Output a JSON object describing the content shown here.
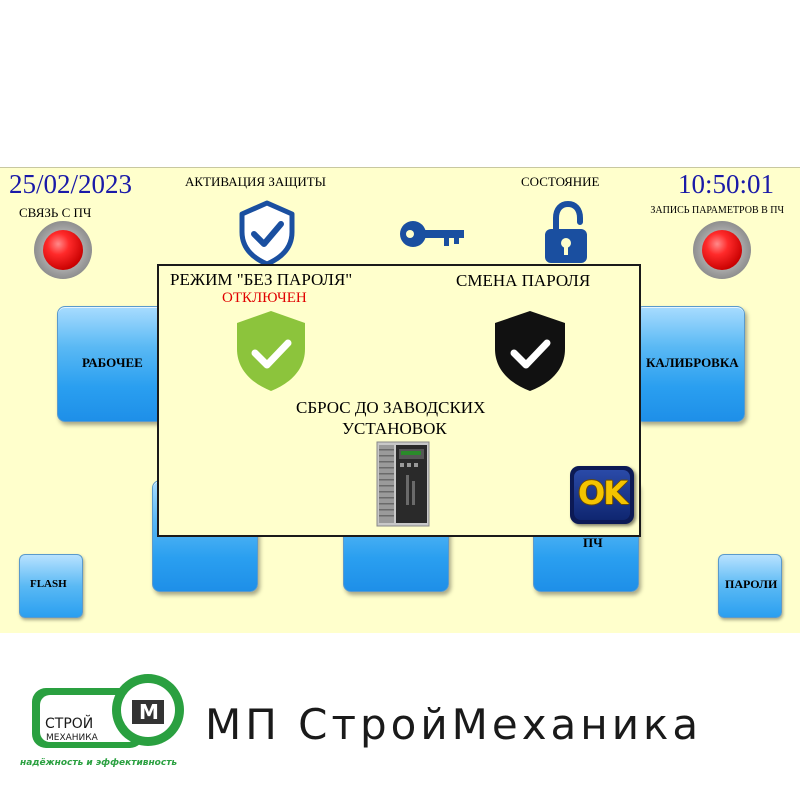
{
  "header": {
    "date": "25/02/2023",
    "time": "10:50:01",
    "link_label": "СВЯЗЬ С ПЧ",
    "protection_label": "АКТИВАЦИЯ ЗАЩИТЫ",
    "state_label": "СОСТОЯНИЕ",
    "param_write_label": "ЗАПИСЬ ПАРАМЕТРОВ В ПЧ"
  },
  "indicators": {
    "link_status_color": "#e00000",
    "param_write_status_color": "#e00000"
  },
  "buttons": {
    "work": "РАБОЧЕЕ",
    "calibration": "КАЛИБРОВКА",
    "flash": "FLASH",
    "passwords": "ПАРОЛИ",
    "partial_label": "ПЧ"
  },
  "dialog": {
    "no_password_title": "РЕЖИМ \"БЕЗ ПАРОЛЯ\"",
    "no_password_state": "ОТКЛЮЧЕН",
    "change_password": "СМЕНА ПАРОЛЯ",
    "factory_reset_line1": "СБРОС ДО ЗАВОДСКИХ",
    "factory_reset_line2": "УСТАНОВОК",
    "ok": "OK"
  },
  "logo": {
    "line1": "СТРОЙ",
    "line2": "МЕХАНИКА",
    "mark": "М",
    "brand": "МП СтройМеханика",
    "slogan": "надёжность и эффективность"
  },
  "colors": {
    "panel_bg": "#ffffcc",
    "accent_blue": "#1a1aa8",
    "alert_red": "#e00000",
    "shield_green": "#8cc43c",
    "shield_black": "#111111",
    "brand_green": "#2aa040"
  }
}
